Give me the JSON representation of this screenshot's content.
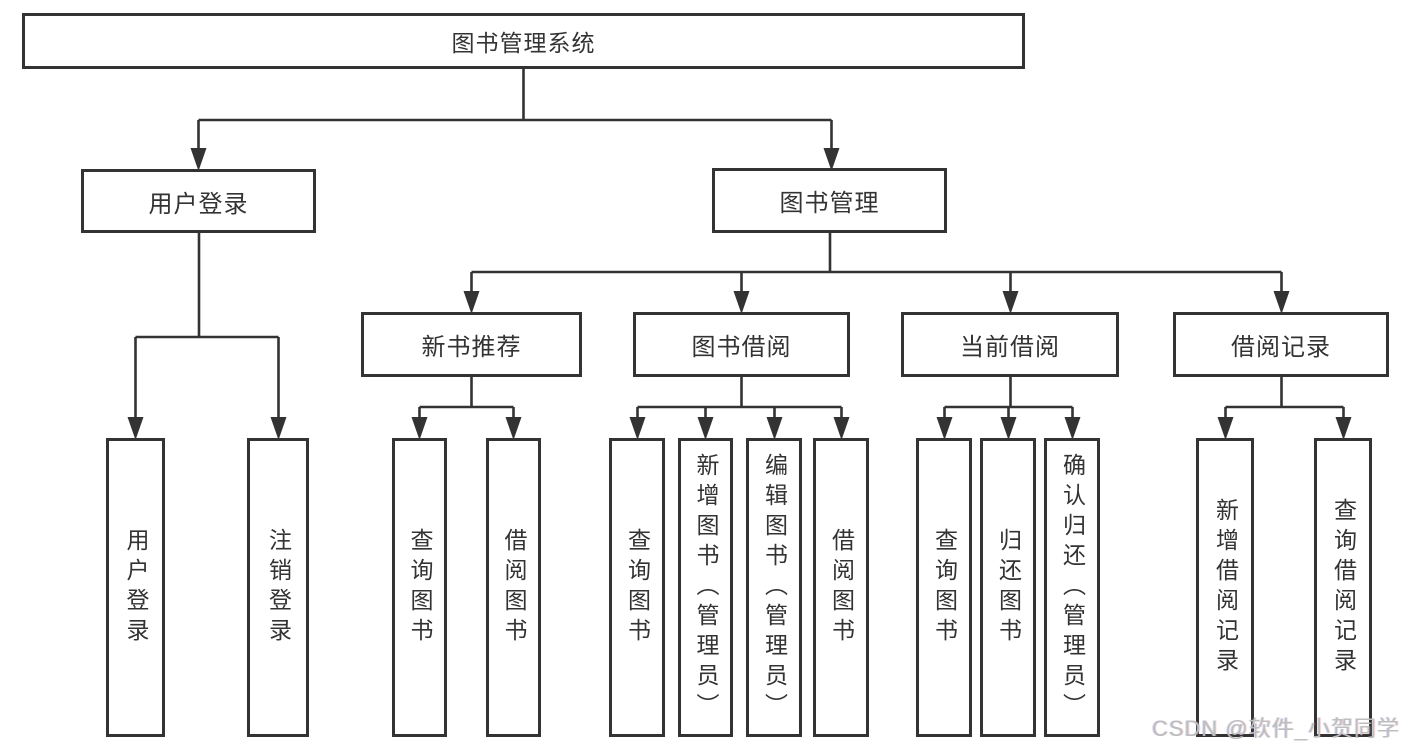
{
  "diagram": {
    "title": "图书管理系统",
    "type": "function-structure-tree",
    "line_color": "#333333",
    "text_color": "#333333",
    "background": "#ffffff"
  },
  "nodes": {
    "root": "图书管理系统",
    "user_login": "用户登录",
    "book_mgmt": "图书管理",
    "new_books": "新书推荐",
    "book_borrow": "图书借阅",
    "current_borrow": "当前借阅",
    "borrow_records": "借阅记录",
    "leaf_user_login": "用户登录",
    "leaf_logout": "注销登录",
    "leaf_nb_query": "查询图书",
    "leaf_nb_borrow": "借阅图书",
    "leaf_bb_query": "查询图书",
    "leaf_bb_add": "新增图书（管理员）",
    "leaf_bb_edit": "编辑图书（管理员）",
    "leaf_bb_borrow": "借阅图书",
    "leaf_cb_query": "查询图书",
    "leaf_cb_return": "归还图书",
    "leaf_cb_confirm": "确认归还（管理员）",
    "leaf_br_add": "新增借阅记录",
    "leaf_br_query": "查询借阅记录"
  },
  "watermark": {
    "text": "CSDN @软件_小贺同学",
    "color": "#bdbdbd"
  }
}
